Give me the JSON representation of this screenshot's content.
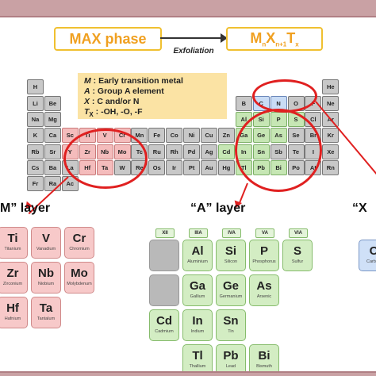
{
  "header": {
    "max_phase": "MAX phase",
    "exfoliation": "Exfoliation",
    "mxene_M": "M",
    "mxene_n": "n",
    "mxene_X": "X",
    "mxene_n1": "n+1",
    "mxene_T": "T",
    "mxene_x": "x"
  },
  "legend": {
    "m_key": "M",
    "m_desc": " : Early transition metal",
    "a_key": "A",
    "a_desc": " : Group A element",
    "x_key": "X",
    "x_desc": " : C and/or N",
    "t_key": "T",
    "t_sub": "X",
    "t_desc": " : -OH, -O, -F"
  },
  "periodic_table": {
    "row1": [
      "H",
      "He"
    ],
    "row2": [
      "Li",
      "Be",
      "B",
      "C",
      "N",
      "O",
      "F",
      "Ne"
    ],
    "row3": [
      "Na",
      "Mg",
      "Al",
      "Si",
      "P",
      "S",
      "Cl",
      "Ar"
    ],
    "row4": [
      "K",
      "Ca",
      "Sc",
      "Ti",
      "V",
      "Cr",
      "Mn",
      "Fe",
      "Co",
      "Ni",
      "Cu",
      "Zn",
      "Ga",
      "Ge",
      "As",
      "Se",
      "Br",
      "Kr"
    ],
    "row5": [
      "Rb",
      "Sr",
      "Y",
      "Zr",
      "Nb",
      "Mo",
      "Tc",
      "Ru",
      "Rh",
      "Pd",
      "Ag",
      "Cd",
      "In",
      "Sn",
      "Sb",
      "Te",
      "I",
      "Xe"
    ],
    "row6": [
      "Cs",
      "Ba",
      "La",
      "Hf",
      "Ta",
      "W",
      "Re",
      "Os",
      "Ir",
      "Pt",
      "Au",
      "Hg",
      "Tl",
      "Pb",
      "Bi",
      "Po",
      "At",
      "Rn"
    ],
    "row7": [
      "Fr",
      "Ra",
      "Ac"
    ]
  },
  "m_layer": {
    "title": "“M” layer",
    "tiles": [
      {
        "sym": "Ti",
        "name": "Titanium"
      },
      {
        "sym": "V",
        "name": "Vanadium"
      },
      {
        "sym": "Cr",
        "name": "Chromium"
      },
      {
        "sym": "Zr",
        "name": "Zirconium"
      },
      {
        "sym": "Nb",
        "name": "Niobium"
      },
      {
        "sym": "Mo",
        "name": "Molybdenum"
      },
      {
        "sym": "Hf",
        "name": "Hafnium"
      },
      {
        "sym": "Ta",
        "name": "Tantalum"
      }
    ]
  },
  "a_layer": {
    "title": "“A” layer",
    "groups": [
      "XII",
      "IIIA",
      "IVA",
      "VA",
      "VIA"
    ],
    "tiles": [
      {
        "sym": "Al",
        "name": "Aluminium"
      },
      {
        "sym": "Si",
        "name": "Silicon"
      },
      {
        "sym": "P",
        "name": "Phosphorus"
      },
      {
        "sym": "S",
        "name": "Sulfur"
      },
      {
        "sym": "Ga",
        "name": "Gallium"
      },
      {
        "sym": "Ge",
        "name": "Germanium"
      },
      {
        "sym": "As",
        "name": "Arsenic"
      },
      {
        "sym": "Cd",
        "name": "Cadmium"
      },
      {
        "sym": "In",
        "name": "Indium"
      },
      {
        "sym": "Sn",
        "name": "Tin"
      },
      {
        "sym": "Tl",
        "name": "Thallium"
      },
      {
        "sym": "Pb",
        "name": "Lead"
      },
      {
        "sym": "Bi",
        "name": "Bismuth"
      }
    ]
  },
  "x_layer": {
    "title": "“X",
    "tile": {
      "sym": "C",
      "name": "Carbon"
    }
  },
  "colors": {
    "m_highlight": "#f4bcbc",
    "a_highlight": "#c6e6b4",
    "x_highlight": "#c9dcf5",
    "ring": "#e02020",
    "legend_bg": "#fbe3a4",
    "accent": "#f0a020",
    "frame": "#c9a1a4"
  }
}
